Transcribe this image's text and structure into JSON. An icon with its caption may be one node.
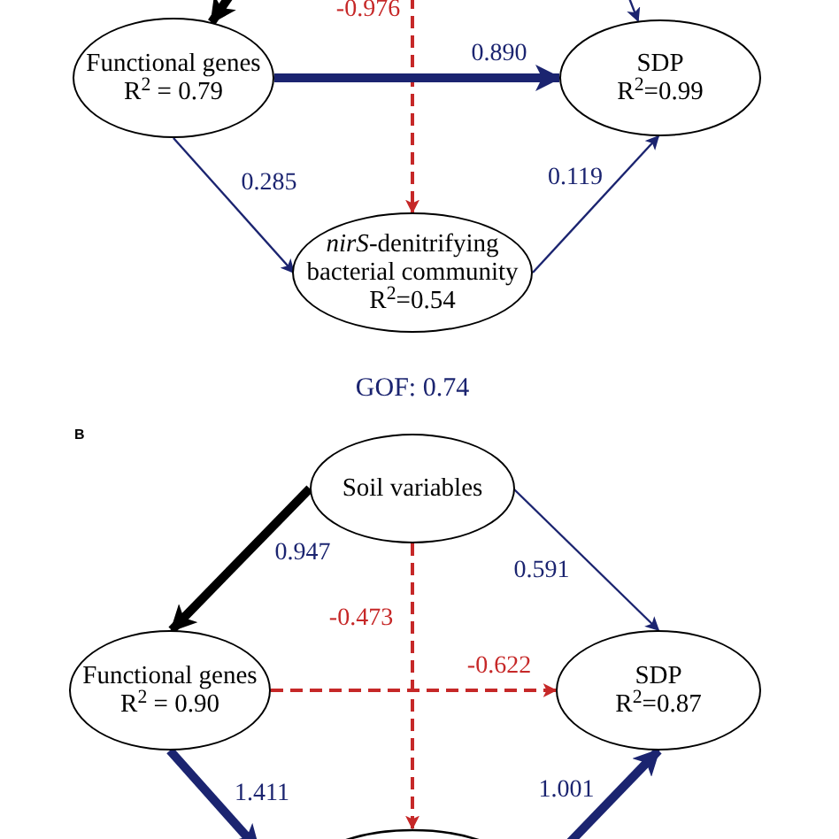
{
  "diagram": {
    "nodes": [
      {
        "text": [
          "Functional genes",
          "R$^{2}$ = 0.79"
        ]
      },
      {
        "text": [
          "SDP",
          "R$^{2}$=0.99"
        ]
      },
      {
        "text": [
          "*nirS*-denitrifying bacterial community",
          "R$^{2}$=0.54"
        ]
      },
      {
        "text": [
          "Soil variables"
        ]
      },
      {
        "text": [
          "Functional genes",
          "R$^{2}$ = 0.90"
        ]
      },
      {
        "text": [
          "SDP",
          "R$^{2}$=0.87"
        ]
      },
      {
        "text": [],
        "shape": "ellipse"
      }
    ],
    "edges": [
      {
        "from": null,
        "to": 0,
        "arrow": "to",
        "style": "thick",
        "color": "#000000"
      },
      {
        "from": null,
        "to": 2,
        "arrow": "to",
        "label": "-0.976",
        "style": "dashed",
        "color": "#c62828"
      },
      {
        "from": null,
        "to": 1,
        "arrow": "to"
      },
      {
        "from": 0,
        "to": 1,
        "arrow": "to",
        "label": "0.890",
        "style": "thick"
      },
      {
        "from": 0,
        "to": 2,
        "arrow": "to",
        "label": "0.285"
      },
      {
        "from": 2,
        "to": 1,
        "arrow": "to",
        "label": "0.119"
      },
      {
        "from": 3,
        "to": 4,
        "arrow": "to",
        "label": "0.947",
        "style": "thick",
        "color": "#000000"
      },
      {
        "from": 3,
        "to": 5,
        "arrow": "to",
        "label": "0.591"
      },
      {
        "from": 3,
        "to": 6,
        "arrow": "to",
        "label": "-0.473",
        "style": "dashed",
        "color": "#c62828"
      },
      {
        "from": 4,
        "to": 5,
        "arrow": "to",
        "label": "-0.622",
        "style": "dashed",
        "color": "#c62828"
      },
      {
        "from": 4,
        "to": 6,
        "arrow": "to",
        "label": "1.411",
        "style": "thick"
      },
      {
        "from": 6,
        "to": 5,
        "arrow": "to",
        "label": "1.001",
        "style": "thick"
      }
    ],
    "labels": [
      "GOF: 0.74",
      "B"
    ]
  }
}
